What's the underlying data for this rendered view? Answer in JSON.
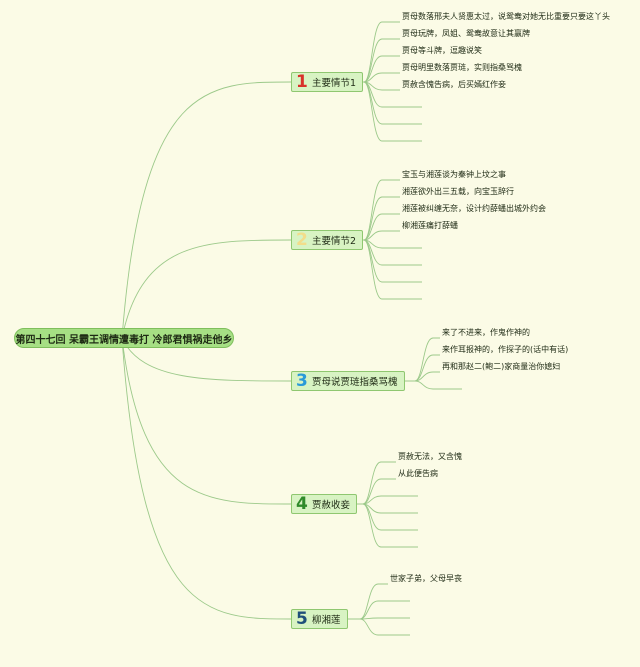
{
  "colors": {
    "background": "#fbfbe6",
    "link": "#9cc98a",
    "root_fill": "#a6df84",
    "branch_fill": "#d8f3c3",
    "badge_1": "#d8322a",
    "badge_2": "#f2dd8a",
    "badge_3": "#2a9ad8",
    "badge_4": "#2f8a2a",
    "badge_5": "#1f4f7a"
  },
  "root": {
    "title": "第四十七回 呆霸王调情遭毒打 冷郎君惧祸走他乡"
  },
  "branches": [
    {
      "number": "1",
      "label": "主要情节1",
      "leaves": [
        "贾母数落邢夫人贤惠太过，说鸳鸯对她无比重要只要这丫头",
        "贾母玩牌，凤姐、鸳鸯故意让其赢牌",
        "贾母等斗牌，逗趣说笑",
        "贾母明里数落贾琏，实则指桑骂槐",
        "贾赦含愧告病，后买嫣红作妾",
        "",
        "",
        ""
      ]
    },
    {
      "number": "2",
      "label": "主要情节2",
      "leaves": [
        "宝玉与湘莲谈为秦钟上坟之事",
        "湘莲欲外出三五载，向宝玉辞行",
        "湘莲被纠缠无奈，设计约薛蟠出城外约会",
        "柳湘莲痛打薛蟠",
        "",
        "",
        "",
        ""
      ]
    },
    {
      "number": "3",
      "label": "贾母说贾琏指桑骂槐",
      "leaves": [
        "来了不进来，作鬼作神的",
        "来作耳报神的，作探子的(话中有话)",
        "再和那赵二(鲍二)家商量治你媳妇",
        ""
      ]
    },
    {
      "number": "4",
      "label": "贾赦收妾",
      "leaves": [
        "贾赦无法，又含愧",
        "从此便告病",
        "",
        "",
        "",
        ""
      ]
    },
    {
      "number": "5",
      "label": "柳湘莲",
      "leaves": [
        "世家子弟，父母早丧",
        "",
        "",
        ""
      ]
    }
  ]
}
